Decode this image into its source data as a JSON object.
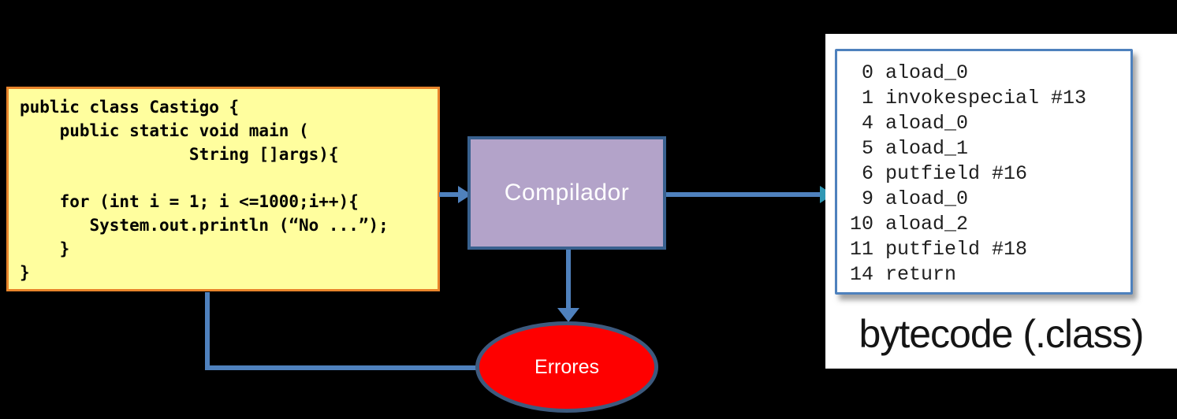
{
  "diagram": {
    "source_box": {
      "code_lines": [
        "public class Castigo {",
        "    public static void main (",
        "                 String []args){",
        "",
        "    for (int i = 1; i <=1000;i++){",
        "       System.out.println (“No ...”);",
        "    }",
        "}"
      ]
    },
    "compiler_box": {
      "label": "Compilador"
    },
    "error_node": {
      "label": "Errores"
    },
    "bytecode_panel": {
      "listing_lines": [
        " 0 aload_0",
        " 1 invokespecial #13",
        " 4 aload_0",
        " 5 aload_1",
        " 6 putfield #16",
        " 9 aload_0",
        "10 aload_2",
        "11 putfield #18",
        "14 return"
      ],
      "caption": "bytecode (.class)"
    },
    "colors": {
      "background": "#000000",
      "source_fill": "#FFFE9E",
      "source_border": "#E8842B",
      "compiler_fill": "#B3A3C9",
      "compiler_border": "#39618F",
      "connector_blue": "#4F81BD",
      "arrowhead_teal": "#2F97B4",
      "error_fill": "#FE0000",
      "error_border": "#3D5A7E",
      "bytecode_border": "#4E81BD",
      "panel_fill": "#FFFFFF"
    }
  }
}
